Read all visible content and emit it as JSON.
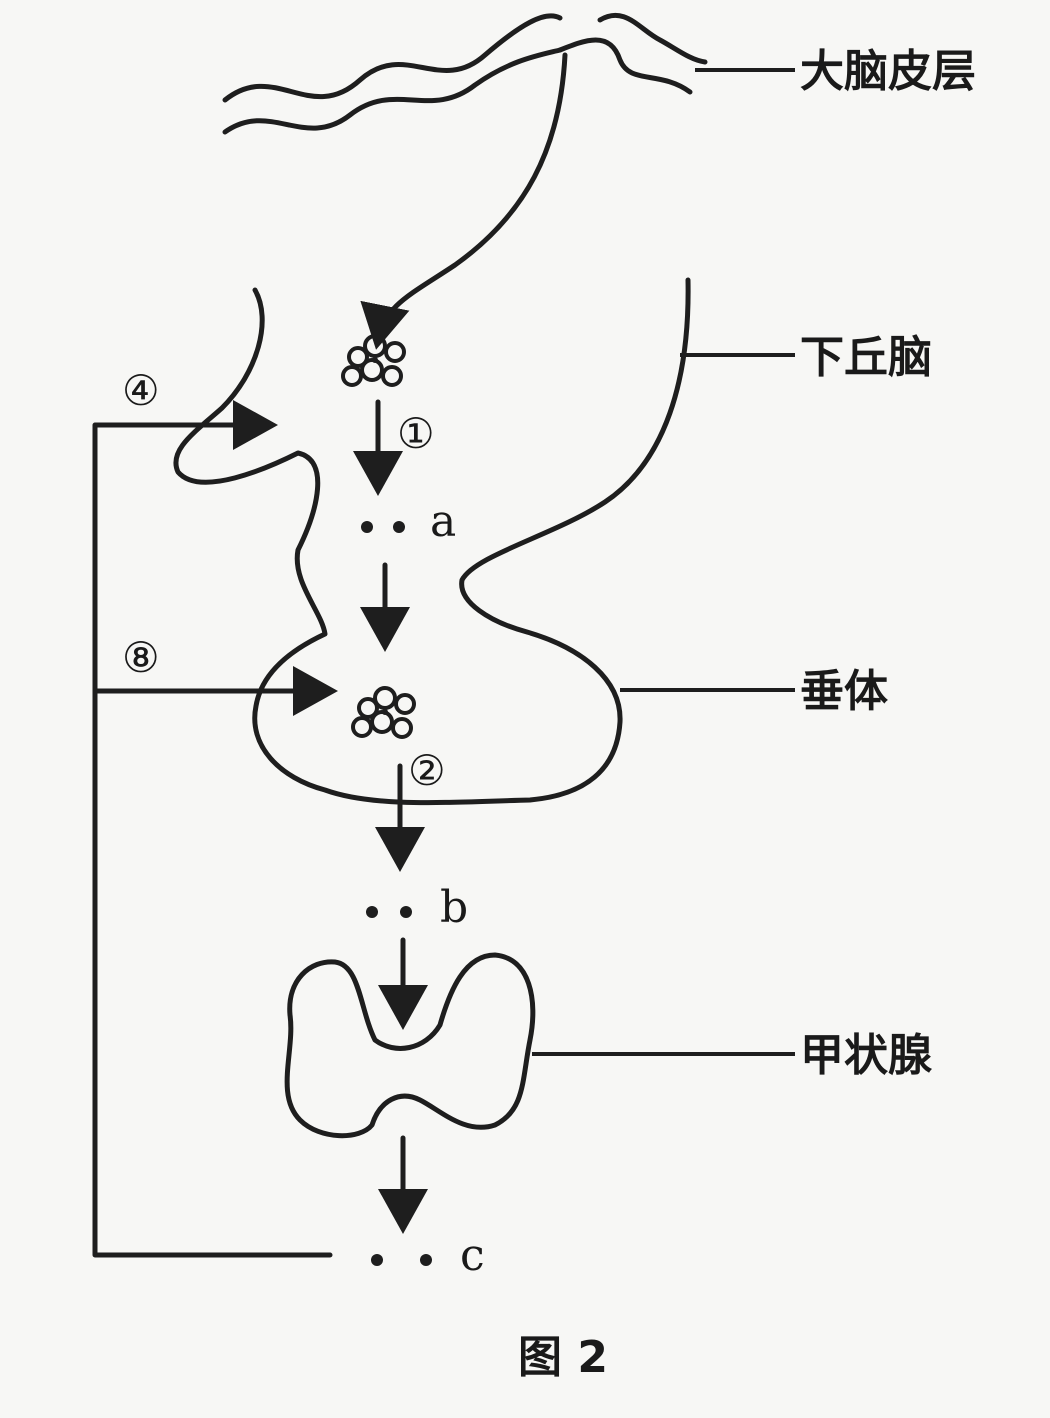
{
  "labels": {
    "cerebral_cortex": "大脑皮层",
    "hypothalamus": "下丘脑",
    "pituitary": "垂体",
    "thyroid": "甲状腺"
  },
  "substances": {
    "a": "a",
    "b": "b",
    "c": "c"
  },
  "processes": {
    "p1": "①",
    "p2": "②",
    "p3": "⑧",
    "p4": "④"
  },
  "caption": "图 2",
  "colors": {
    "ink": "#1e1e1e",
    "paper": "#f7f7f5"
  }
}
